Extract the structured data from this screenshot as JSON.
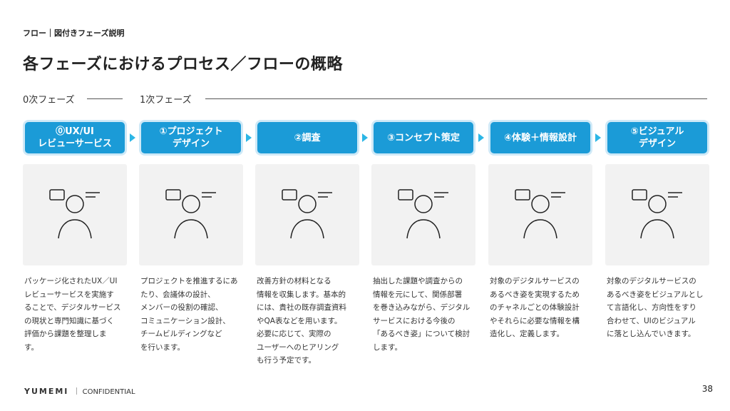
{
  "breadcrumb": "フロー｜図付きフェーズ説明",
  "title": "各フェーズにおけるプロセス／フローの概略",
  "phases": [
    "0次フェーズ",
    "1次フェーズ"
  ],
  "steps": [
    {
      "label": "⓪UX/UI\nレビューサービス",
      "desc": "パッケージ化されたUX／UI\nレビューサービスを実施す\nることで、デジタルサービス\nの現状と専門知識に基づく\n評価から課題を整理しま\nす。",
      "icon": "person-idea-illustration"
    },
    {
      "label": "①プロジェクト\nデザイン",
      "desc": "プロジェクトを推進するにあ\nたり、会議体の設計、\nメンバーの役割の確認、\nコミュニケーション設計、\nチームビルディングなど\nを行います。",
      "icon": "meeting-illustration"
    },
    {
      "label": "②調査",
      "desc": "改善方針の材料となる\n情報を収集します。基本的\nには、貴社の既存調査資料\nやQA表などを用います。\n必要に応じて、実際の\nユーザーへのヒアリング\nも行う予定です。",
      "icon": "research-illustration"
    },
    {
      "label": "③コンセプト策定",
      "desc": "抽出した課題や調査からの\n情報を元にして、関係部署\nを巻き込みながら、デジタル\nサービスにおける今後の\n「あるべき姿」について検討\nします。",
      "icon": "concept-illustration"
    },
    {
      "label": "④体験＋情報設計",
      "desc": "対象のデジタルサービスの\nあるべき姿を実現するため\nのチャネルごとの体験設計\nやそれらに必要な情報を構\n造化し、定義します。",
      "icon": "experience-design-illustration"
    },
    {
      "label": "⑤ビジュアル\nデザイン",
      "desc": "対象のデジタルサービスの\nあるべき姿をビジュアルとし\nて言語化し、方向性をすり\n合わせて、UIのビジュアル\nに落とし込んでいきます。",
      "icon": "visual-design-illustration"
    }
  ],
  "footer": {
    "logo": "YUMEMI",
    "label": "｜ CONFIDENTIAL",
    "page": "38"
  }
}
